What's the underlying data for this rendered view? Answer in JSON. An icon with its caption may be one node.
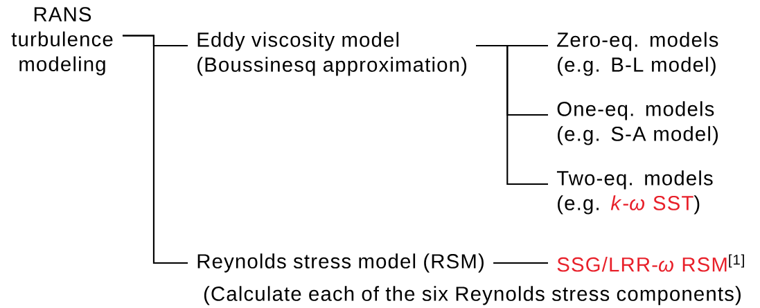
{
  "diagram": {
    "nodes": [
      {
        "text": [
          "RANS turbulence modeling"
        ]
      },
      {
        "text": [
          "Eddy viscosity model",
          "(Boussinesq approximation)"
        ]
      },
      {
        "text": [
          "Zero-eq. models (e.g. B-L model)"
        ]
      },
      {
        "text": [
          "One-eq. models (e.g. S-A model)"
        ]
      },
      {
        "text": [
          "Two-eq. models",
          "(e.g.",
          "*k*-*ω* SST",
          ")"
        ]
      },
      {
        "text": [
          "Reynolds stress model (RSM)"
        ]
      },
      {
        "text": [
          "SSG/LRR-*ω* RSM",
          "[1]"
        ]
      }
    ],
    "edges": [
      {
        "from": 0,
        "to": 1,
        "arrow": "none"
      },
      {
        "from": 0,
        "to": 5,
        "arrow": "none"
      },
      {
        "from": 1,
        "to": 2,
        "arrow": "none"
      },
      {
        "from": 1,
        "to": 3,
        "arrow": "none"
      },
      {
        "from": 1,
        "to": 4,
        "arrow": "none"
      },
      {
        "from": 5,
        "to": 6,
        "arrow": "none"
      }
    ],
    "labels": [
      "(Calculate each of the six Reynolds stress components)"
    ]
  }
}
